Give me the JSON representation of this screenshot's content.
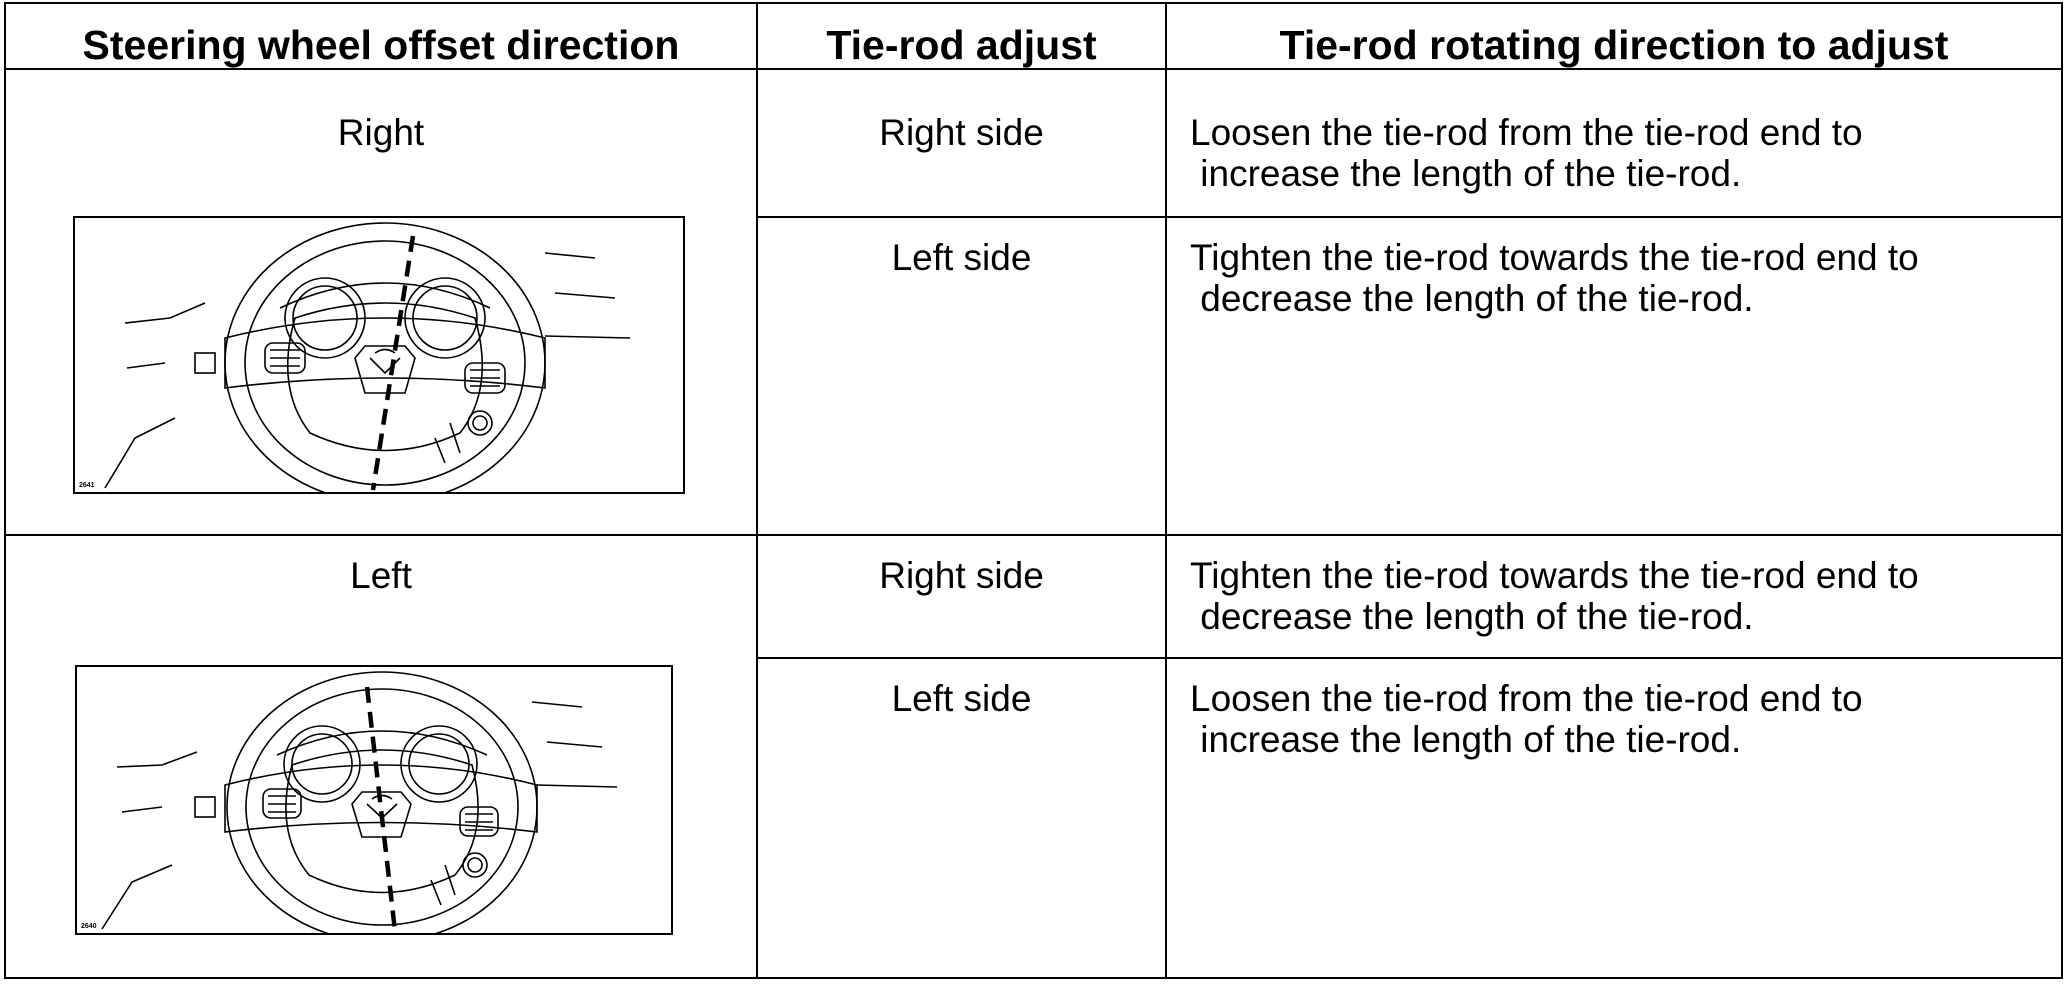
{
  "table": {
    "headers": {
      "offset_direction": "Steering wheel offset direction",
      "tie_rod_adjust": "Tie-rod adjust",
      "rotating_direction": "Tie-rod rotating direction to adjust"
    },
    "rows": [
      {
        "offset": "Right",
        "figure_code": "2641",
        "figure_icon": "steering-wheel-offset-right-illustration",
        "adjustments": [
          {
            "side": "Right side",
            "action": "Loosen the tie-rod from the tie-rod end to\n increase the length of the tie-rod."
          },
          {
            "side": "Left side",
            "action": "Tighten the tie-rod towards the tie-rod end to\n decrease the length of the tie-rod."
          }
        ]
      },
      {
        "offset": "Left",
        "figure_code": "2640",
        "figure_icon": "steering-wheel-offset-left-illustration",
        "adjustments": [
          {
            "side": "Right side",
            "action": "Tighten the tie-rod towards the tie-rod end to\n decrease the length of the tie-rod."
          },
          {
            "side": "Left side",
            "action": "Loosen the tie-rod from the tie-rod end to\n increase the length of the tie-rod."
          }
        ]
      }
    ]
  }
}
